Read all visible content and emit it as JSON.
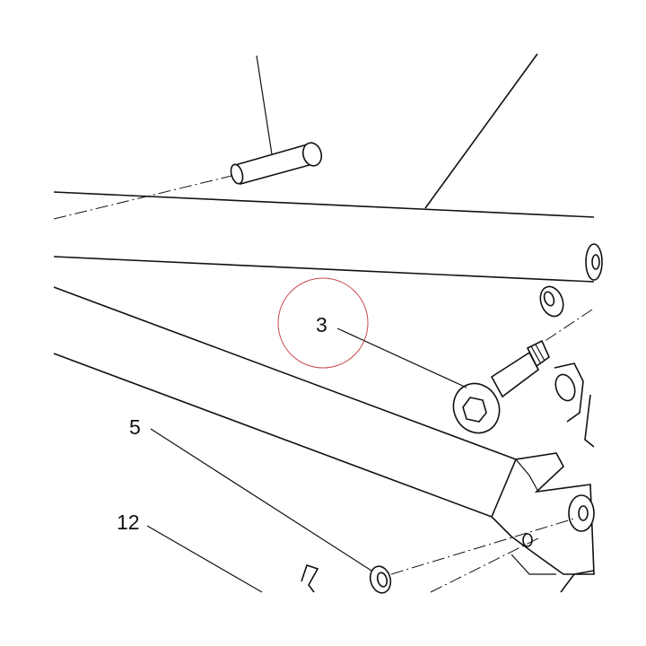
{
  "callouts": {
    "c3": "3",
    "c5": "5",
    "c12": "12"
  },
  "colors": {
    "line": "#111111",
    "highlight_circle": "#c8494f",
    "background": "#ffffff"
  }
}
